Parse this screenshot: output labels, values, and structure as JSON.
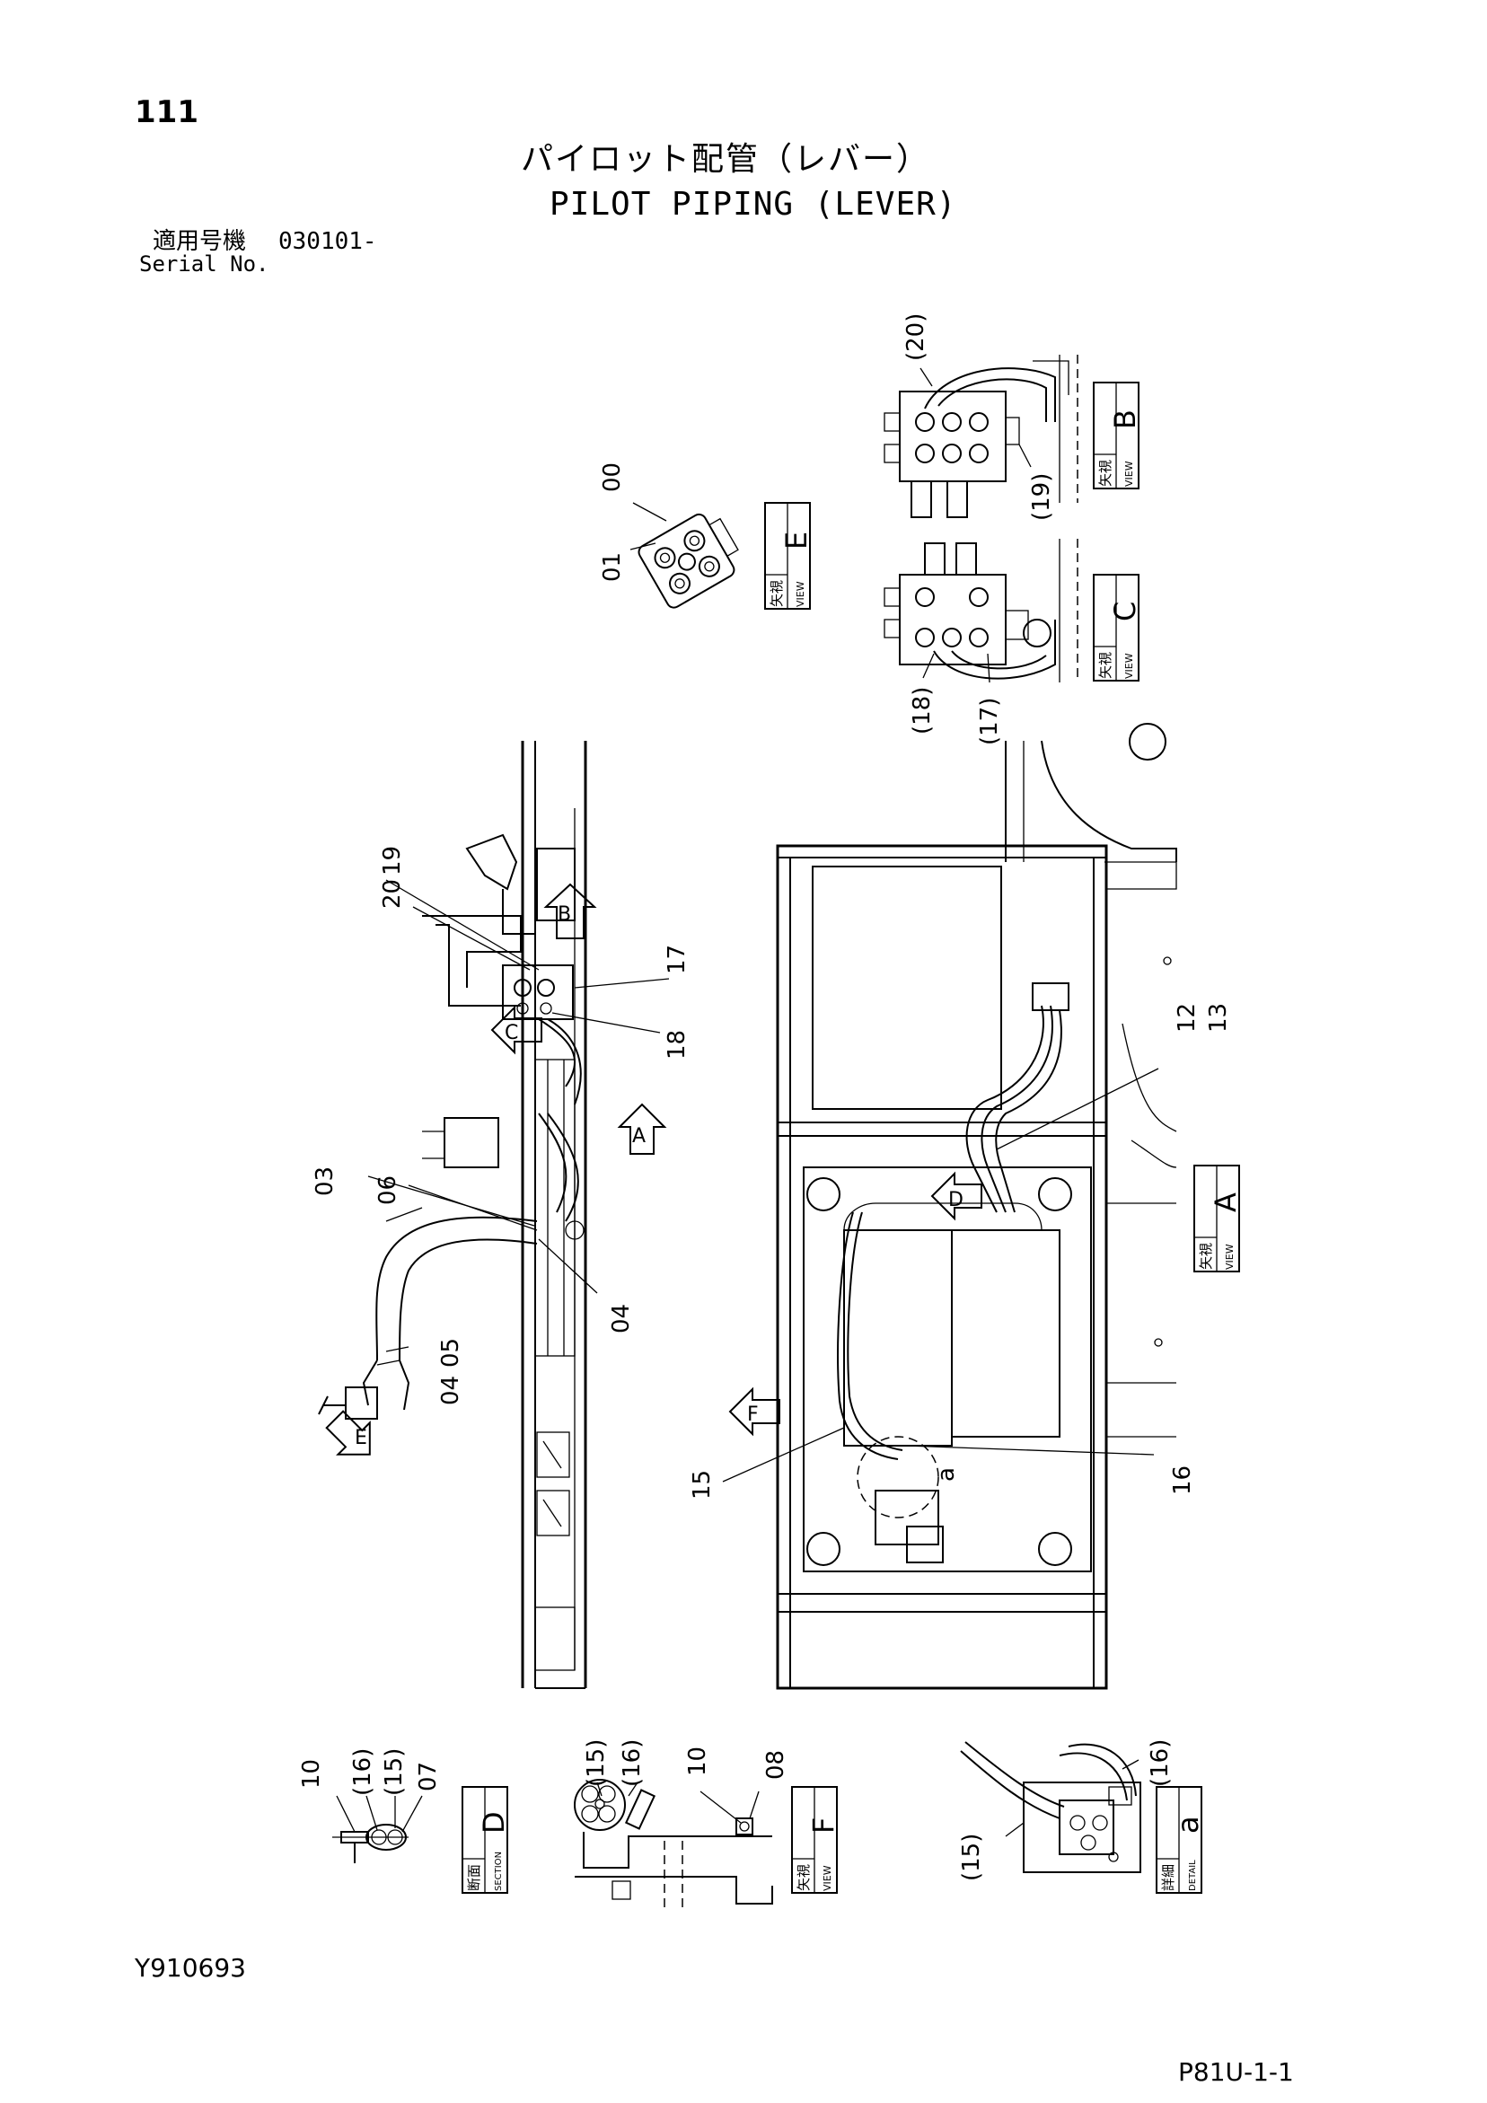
{
  "header": {
    "page_number": "111",
    "title_jp": "パイロット配管（レバー）",
    "title_en": "PILOT PIPING (LEVER)",
    "serial_label_jp": "適用号機",
    "serial_value": "030101-",
    "serial_label_en": "Serial No."
  },
  "footer": {
    "drawing_code": "Y910693",
    "page_code": "P81U-1-1"
  },
  "view_boxes": {
    "view_e": {
      "jp": "矢視",
      "en": "VIEW",
      "letter": "E"
    },
    "view_b": {
      "jp": "矢視",
      "en": "VIEW",
      "letter": "B"
    },
    "view_c": {
      "jp": "矢視",
      "en": "VIEW",
      "letter": "C"
    },
    "view_a": {
      "jp": "矢視",
      "en": "VIEW",
      "letter": "A"
    },
    "section_d": {
      "jp": "断面",
      "en": "SECTION",
      "letter": "D"
    },
    "view_f": {
      "jp": "矢視",
      "en": "VIEW",
      "letter": "F"
    },
    "detail_a": {
      "jp": "詳細",
      "en": "DETAIL",
      "letter": "a"
    }
  },
  "arrow_letters": {
    "b": "B",
    "c": "C",
    "a": "A",
    "d": "D",
    "e": "E",
    "f": "F",
    "detail": "a"
  },
  "callouts": {
    "view_e_00": "00",
    "view_e_01": "01",
    "view_b_20": "(20)",
    "view_b_19": "(19)",
    "view_c_18": "(18)",
    "view_c_17": "(17)",
    "side_19": "19",
    "side_20": "20",
    "side_17": "17",
    "side_18": "18",
    "side_03": "03",
    "side_06": "06",
    "side_04a": "04",
    "side_05": "05",
    "side_04b": "04",
    "main_12": "12",
    "main_13": "13",
    "main_15": "15",
    "main_16": "16",
    "sec_d_10": "10",
    "sec_d_16": "(16)",
    "sec_d_15": "(15)",
    "sec_d_07": "07",
    "view_f_15": "(15)",
    "view_f_16": "(16)",
    "view_f_10": "10",
    "view_f_08": "08",
    "detail_15": "(15)",
    "detail_16": "(16)"
  }
}
